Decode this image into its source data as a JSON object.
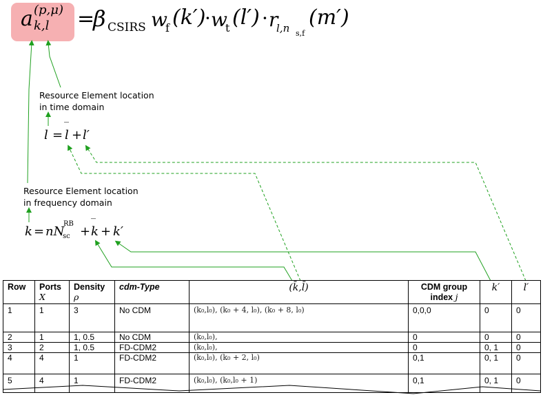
{
  "equation": {
    "lhs_symbol": "a",
    "lhs_superscript": "(p,μ)",
    "lhs_subscript": "k,l",
    "equals": "=",
    "beta": "β",
    "beta_sub": "CSIRS",
    "wf": "w",
    "wf_sub": "f",
    "wf_arg": "(k′)",
    "dot1": "·",
    "wt": "w",
    "wt_sub": "t",
    "wt_arg": "(l′)",
    "dot2": "·",
    "r": "r",
    "r_sub": "l,n",
    "r_subsub": "s,f",
    "r_arg": "(m′)"
  },
  "annotations": {
    "time_line1": "Resource Element location",
    "time_line2": "in time domain",
    "freq_line1": "Resource Element location",
    "freq_line2": "in frequency domain"
  },
  "formulas": {
    "time": {
      "lhs": "l",
      "eq": "=",
      "lbar": "l",
      "plus": "+",
      "lprime": "l′"
    },
    "freq": {
      "lhs": "k",
      "eq": "=",
      "n": "nN",
      "sup": "RB",
      "sub": "sc",
      "plus1": "+",
      "kbar": "k",
      "plus2": "+",
      "kprime": "k′"
    }
  },
  "table": {
    "headers": {
      "row": "Row",
      "ports": "Ports",
      "ports_sym": "X",
      "density": "Density",
      "density_sym": "ρ",
      "cdm_type": "cdm-Type",
      "kl": "(k̄,l̄)",
      "cdm_group": "CDM group",
      "cdm_group2": "index",
      "cdm_group_sym": "j",
      "kprime": "k′",
      "lprime": "l′"
    },
    "rows": [
      {
        "row": "1",
        "ports": "1",
        "density": "3",
        "cdm": "No CDM",
        "kl": "(k₀,l₀), (k₀ + 4, l₀), (k₀ + 8, l₀)",
        "j": "0,0,0",
        "kp": "0",
        "lp": "0"
      },
      {
        "row": "2",
        "ports": "1",
        "density": "1, 0.5",
        "cdm": "No CDM",
        "kl": "(k₀,l₀),",
        "j": "0",
        "kp": "0",
        "lp": "0"
      },
      {
        "row": "3",
        "ports": "2",
        "density": "1, 0.5",
        "cdm": "FD-CDM2",
        "kl": "(k₀,l₀),",
        "j": "0",
        "kp": "0, 1",
        "lp": "0"
      },
      {
        "row": "4",
        "ports": "4",
        "density": "1",
        "cdm": "FD-CDM2",
        "kl": "(k₀,l₀), (k₀ + 2, l₀)",
        "j": "0,1",
        "kp": "0, 1",
        "lp": "0"
      },
      {
        "row": "5",
        "ports": "4",
        "density": "1",
        "cdm": "FD-CDM2",
        "kl": "(k₀,l₀), (k₀,l₀ + 1)",
        "j": "0,1",
        "kp": "0, 1",
        "lp": "0"
      }
    ]
  },
  "colors": {
    "highlight": "#f6b0b2",
    "arrow_green": "#1fa01f"
  }
}
